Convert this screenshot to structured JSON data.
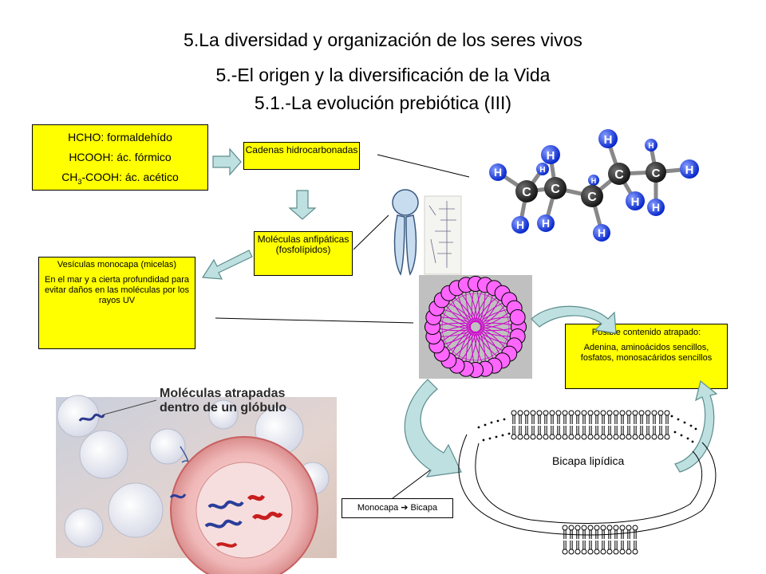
{
  "titles": {
    "unit": "5.La diversidad y organización de los seres vivos",
    "section": "5.-El origen y la diversificación de la Vida",
    "subsection": "5.1.-La evolución prebiótica (III)"
  },
  "chemicals": {
    "line1": "HCHO: formaldehído",
    "line2": "HCOOH: ác. fórmico",
    "line3_pre": "CH",
    "line3_sub": "3",
    "line3_post": "-COOH: ác. acético"
  },
  "boxes": {
    "cadenas": "Cadenas hidrocarbonadas",
    "moleculas": "Moléculas anfipáticas (fosfolípidos)",
    "vesiculas_title": "Vesículas monocapa (micelas)",
    "vesiculas_text": "En el mar y a cierta profundidad para evitar daños en las moléculas por los rayos UV",
    "contenido_title": "Posible contenido atrapado:",
    "contenido_text": "Adenina, aminoácidos sencillos, fosfatos, monosacáridos sencillos",
    "monocapa": "Monocapa  ➔  Bicapa"
  },
  "labels": {
    "bicapa": "Bicapa lipídica",
    "globulo_line1": "Moléculas atrapadas",
    "globulo_line2": "dentro de un glóbulo"
  },
  "molecule": {
    "atoms_c": [
      "C",
      "C",
      "C",
      "C",
      "C"
    ],
    "atoms_h": [
      "H",
      "H",
      "H",
      "H",
      "H",
      "H",
      "H",
      "H",
      "H",
      "H",
      "H",
      "H"
    ]
  },
  "colors": {
    "yellow": "#ffff00",
    "micelle_head": "#ff66ff",
    "micelle_tail": "#cc00cc",
    "micelle_bg": "#c0c0c0",
    "arrow_fill": "#bfe0e0",
    "arrow_stroke": "#5b8c8c"
  }
}
